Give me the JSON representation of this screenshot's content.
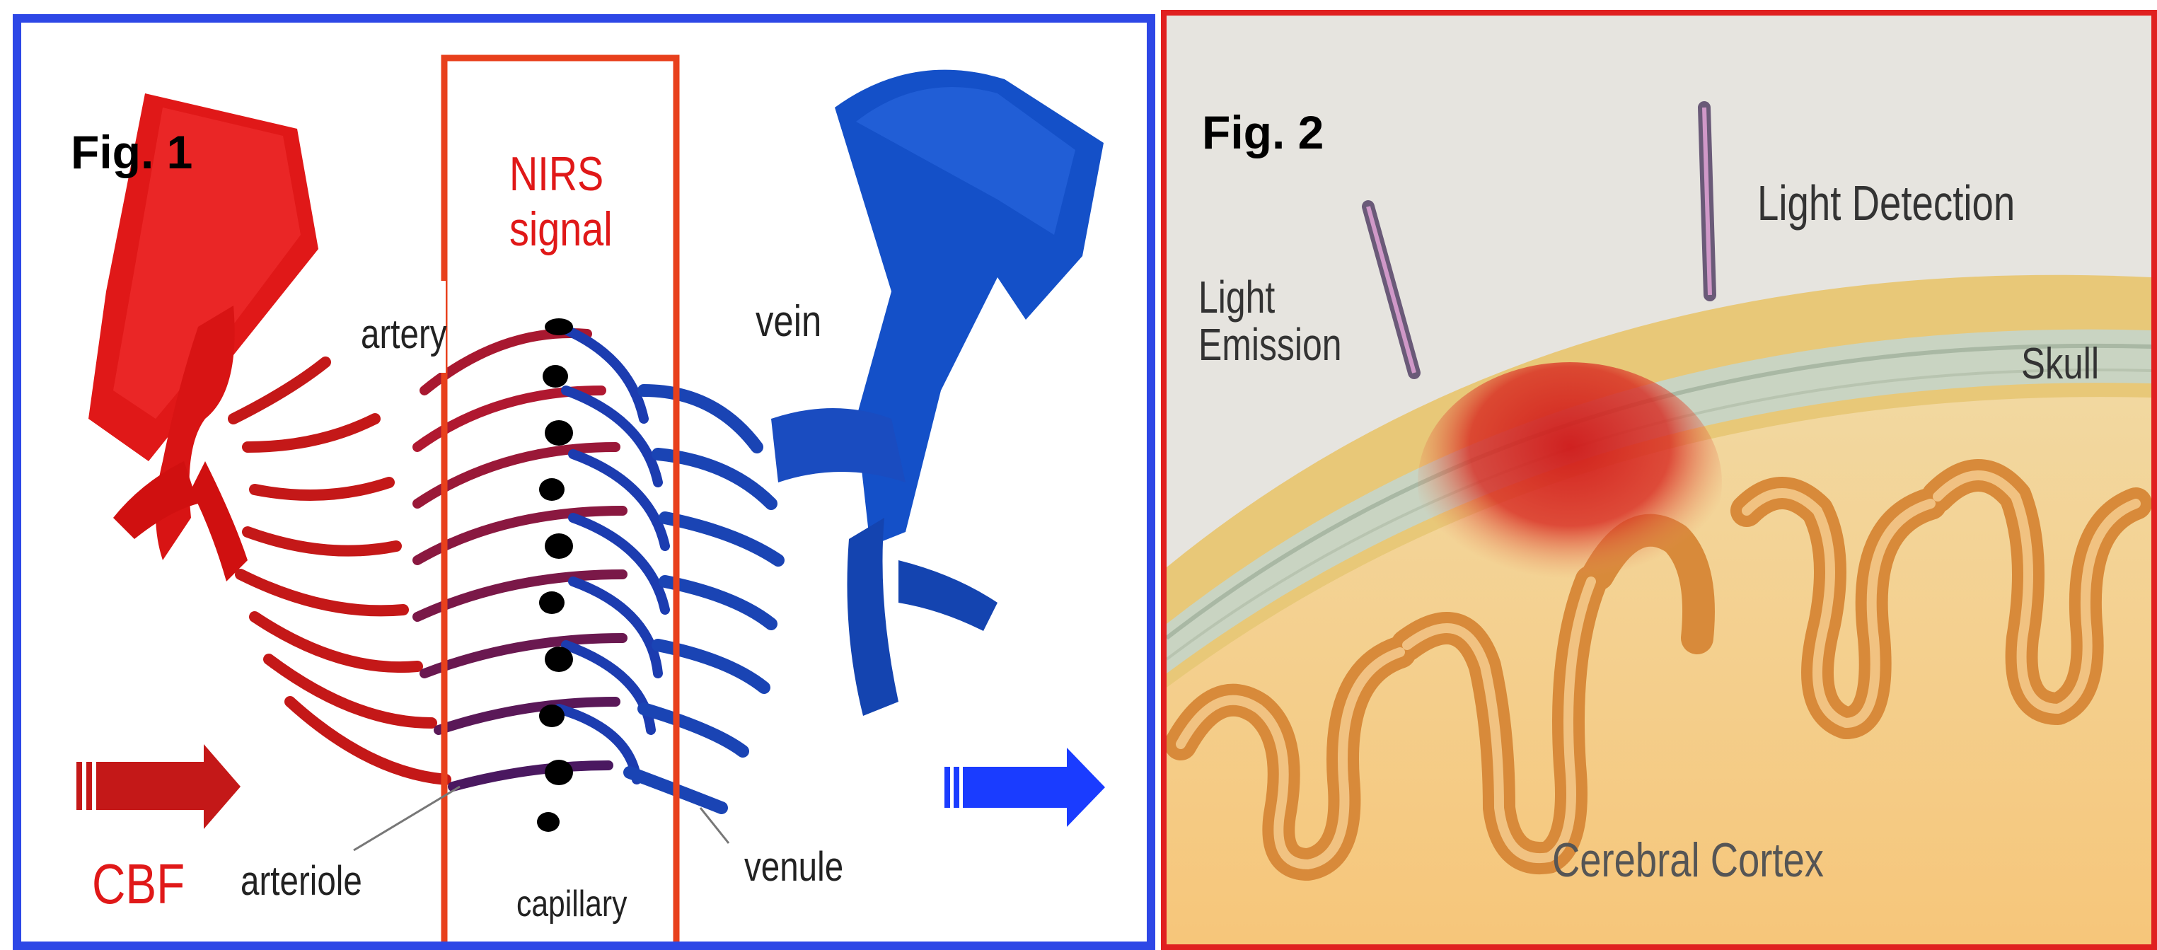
{
  "figure1": {
    "figure_label": "Fig. 1",
    "nirs_label": "NIRS\nsignal",
    "labels": {
      "artery": "artery",
      "vein": "vein",
      "arteriole": "arteriole",
      "capillary": "capillary",
      "venule": "venule",
      "cbf": "CBF"
    },
    "colors": {
      "frame": "#2d47e6",
      "artery": "#e01818",
      "vein": "#1444b8",
      "nirs": "#e8401c"
    }
  },
  "figure2": {
    "figure_label": "Fig. 2",
    "labels": {
      "light_emission": "Light\nEmission",
      "light_detection": "Light Detection",
      "skull": "Skull",
      "cerebral_cortex": "Cerebral Cortex"
    },
    "colors": {
      "frame": "#e02020",
      "scalp": "#e8c878",
      "cortex": "#e09a4a",
      "activation": "#d02020"
    }
  }
}
